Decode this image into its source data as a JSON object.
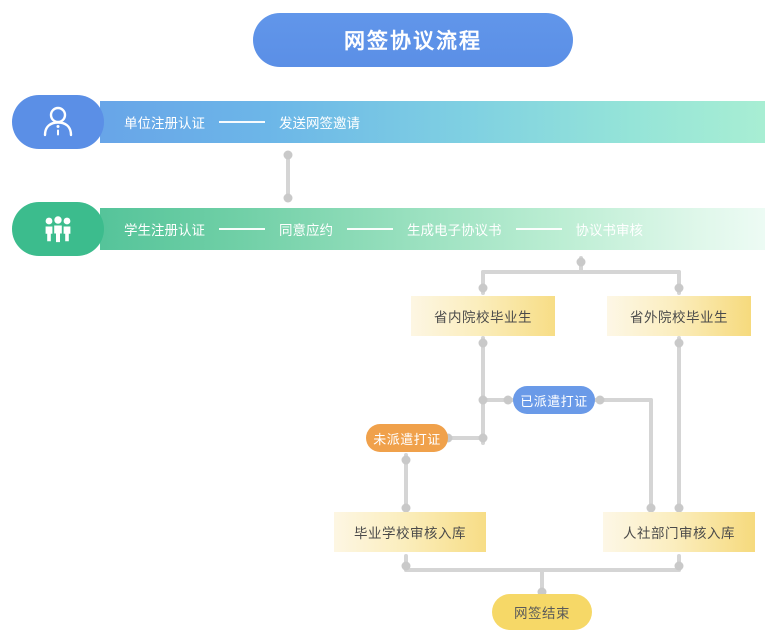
{
  "title": {
    "text": "网签协议流程"
  },
  "lanes": [
    {
      "id": "employer-lane",
      "icon": "person-info-icon",
      "badge_color": "#5b8fe6",
      "steps": [
        "单位注册认证",
        "发送网签邀请"
      ]
    },
    {
      "id": "student-lane",
      "icon": "group-people-icon",
      "badge_color": "#3cbc8d",
      "steps": [
        "学生注册认证",
        "同意应约",
        "生成电子协议书",
        "协议书审核"
      ]
    }
  ],
  "nodes": {
    "in_province": "省内院校毕业生",
    "out_province": "省外院校毕业生",
    "dispatched": "已派遣打证",
    "not_dispatched": "未派遣打证",
    "school_review": "毕业学校审核入库",
    "hr_review": "人社部门审核入库",
    "end": "网签结束"
  },
  "colors": {
    "title_bg": "#5b8fe6",
    "lane_blue_start": "#68a5e8",
    "lane_blue_end": "#a8eed3",
    "lane_green_start": "#55c49a",
    "lane_green_end": "#edfbf4",
    "box_yellow": "#f7dd86",
    "pill_blue": "#6a9ae8",
    "pill_orange": "#f0a14b",
    "pill_yellow": "#f6d867",
    "wire": "#d3d3d3",
    "wire_dot": "#c6c6c6"
  }
}
